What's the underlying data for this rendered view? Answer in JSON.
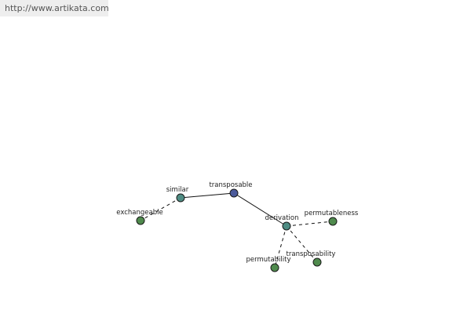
{
  "header": {
    "url": "http://www.artikata.com"
  },
  "graph": {
    "nodes": [
      {
        "id": "transposable",
        "label": "transposable",
        "color": "#4b5a9b"
      },
      {
        "id": "similar",
        "label": "similar",
        "color": "#4e8c83"
      },
      {
        "id": "exchangeable",
        "label": "exchangeable",
        "color": "#4f8a4d"
      },
      {
        "id": "derivation",
        "label": "derivation",
        "color": "#4e8c83"
      },
      {
        "id": "permutableness",
        "label": "permutableness",
        "color": "#4f8a4d"
      },
      {
        "id": "permutability",
        "label": "permutability",
        "color": "#4f8a4d"
      },
      {
        "id": "transposability",
        "label": "transposability",
        "color": "#4f8a4d"
      }
    ],
    "edges": [
      {
        "from": "transposable",
        "to": "similar",
        "style": "solid"
      },
      {
        "from": "transposable",
        "to": "derivation",
        "style": "solid"
      },
      {
        "from": "similar",
        "to": "exchangeable",
        "style": "dashed"
      },
      {
        "from": "derivation",
        "to": "permutableness",
        "style": "dashed"
      },
      {
        "from": "derivation",
        "to": "permutability",
        "style": "dashed"
      },
      {
        "from": "derivation",
        "to": "transposability",
        "style": "dashed"
      }
    ]
  }
}
